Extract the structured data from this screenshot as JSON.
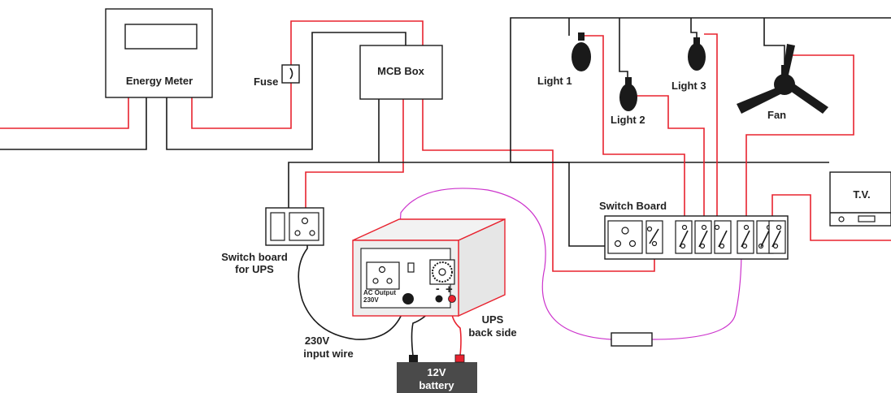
{
  "labels": {
    "energy_meter": "Energy Meter",
    "fuse": "Fuse",
    "mcb_box": "MCB Box",
    "light1": "Light 1",
    "light2": "Light 2",
    "light3": "Light 3",
    "fan": "Fan",
    "tv": "T.V.",
    "switch_board": "Switch Board",
    "switch_board_ups_1": "Switch board",
    "switch_board_ups_2": "for UPS",
    "ac_output_1": "AC Output",
    "ac_output_2": "230V",
    "ups_back_1": "UPS",
    "ups_back_2": "back side",
    "input_wire_1": "230V",
    "input_wire_2": "input wire",
    "battery_1": "12V",
    "battery_2": "battery",
    "minus": "-",
    "plus": "+"
  },
  "colors": {
    "phase_wire": "#e8232f",
    "neutral_wire": "#1a1a1a",
    "ups_wire": "#cc33cc",
    "battery_fill": "#4a4a4a",
    "ups_fill": "#eeeeee",
    "ups_border": "#e8232f"
  },
  "icons": [
    "light-bulb-icon",
    "ceiling-fan-icon",
    "tv-icon",
    "fuse-icon",
    "battery-icon",
    "ups-inverter-icon",
    "socket-icon",
    "toggle-switch-icon"
  ]
}
